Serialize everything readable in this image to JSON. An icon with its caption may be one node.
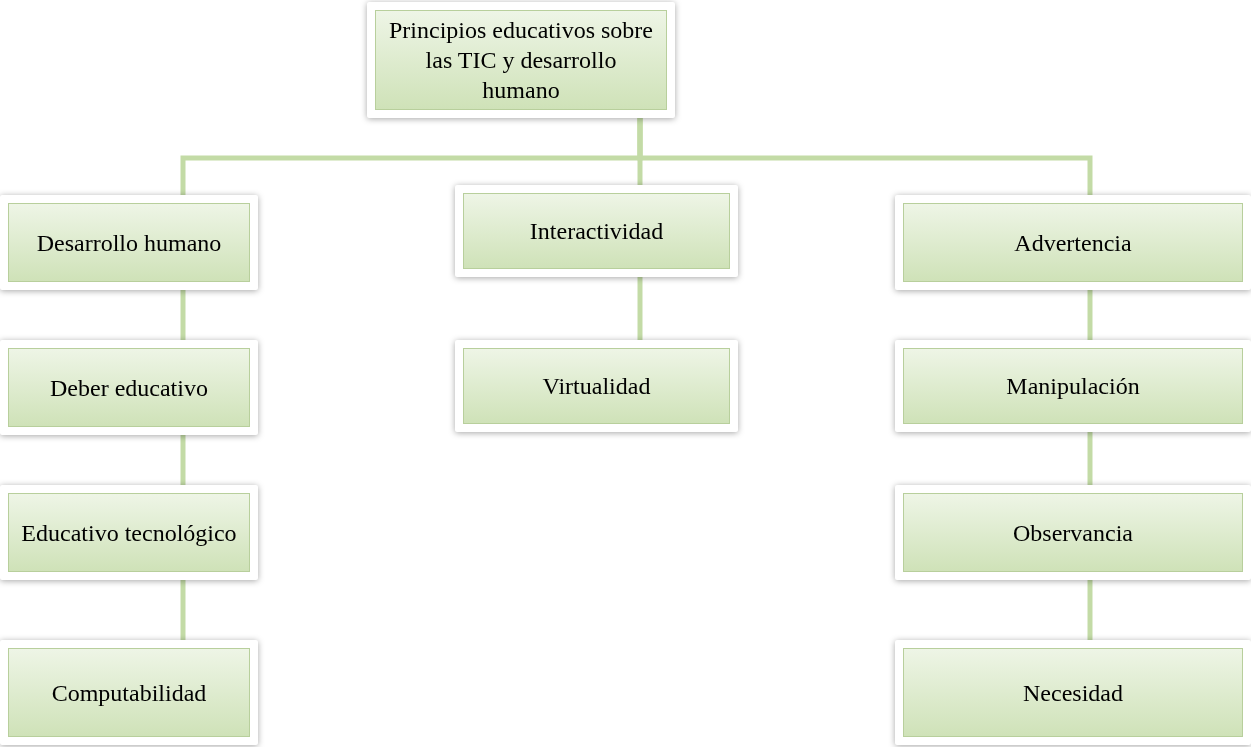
{
  "diagram": {
    "nodes": [
      {
        "text": [
          "Principios educativos sobre las TIC y desarrollo humano"
        ]
      },
      {
        "text": [
          "Desarrollo humano"
        ]
      },
      {
        "text": [
          "Interactividad"
        ]
      },
      {
        "text": [
          "Advertencia"
        ]
      },
      {
        "text": [
          "Deber educativo"
        ]
      },
      {
        "text": [
          "Virtualidad"
        ]
      },
      {
        "text": [
          "Manipulación"
        ]
      },
      {
        "text": [
          "Educativo tecnológico"
        ]
      },
      {
        "text": [
          "Observancia"
        ]
      },
      {
        "text": [
          "Computabilidad"
        ]
      },
      {
        "text": [
          "Necesidad"
        ]
      }
    ],
    "edges": [
      {
        "from": 0,
        "to": 1,
        "arrow": "none"
      },
      {
        "from": 0,
        "to": 2,
        "arrow": "none"
      },
      {
        "from": 0,
        "to": 3,
        "arrow": "none"
      },
      {
        "from": 1,
        "to": 4,
        "arrow": "none"
      },
      {
        "from": 4,
        "to": 7,
        "arrow": "none"
      },
      {
        "from": 7,
        "to": 9,
        "arrow": "none"
      },
      {
        "from": 2,
        "to": 5,
        "arrow": "none"
      },
      {
        "from": 3,
        "to": 6,
        "arrow": "none"
      },
      {
        "from": 6,
        "to": 8,
        "arrow": "none"
      },
      {
        "from": 8,
        "to": 10,
        "arrow": "none"
      }
    ]
  }
}
